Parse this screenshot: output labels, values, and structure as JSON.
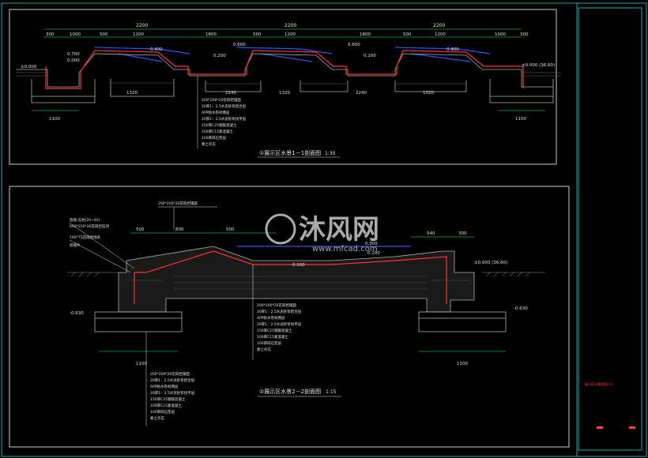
{
  "colors": {
    "background": "#000000",
    "frame": "#00b4b4",
    "dimension": "#00ff66",
    "concrete": "#b0b0b0",
    "membrane": "#ff3030",
    "water": "#3050ff",
    "label": "#e0e0e0",
    "title": "#ffff66",
    "watermark": "#c8c8c8",
    "note": "#ff4040"
  },
  "section1": {
    "title": "①展示区水景1－1剖面图",
    "scale": "1:30",
    "dims_top": [
      "2200",
      "2200",
      "2200"
    ],
    "dims_mid": [
      "300",
      "1000",
      "500",
      "1200",
      "1800",
      "500",
      "1200",
      "1800",
      "500",
      "1200",
      "1000",
      "300"
    ],
    "levels": [
      "0.400",
      "0.200",
      "0.600",
      "0.200",
      "0.600",
      "0.400",
      "0.700",
      "0.000"
    ],
    "left_level": "±0.000",
    "right_level": "±0.000 (36.60)",
    "bottom_dims": [
      "1320",
      "2240",
      "1320",
      "2240",
      "1320"
    ],
    "side_dims": [
      "1100",
      "1100"
    ],
    "callouts": [
      "200*200*20花岗岩铺面",
      "20厚1：2.5水泥砂浆结合层",
      "APP防水卷材两层",
      "20厚1：2.5水泥砂浆找平层",
      "150厚C25钢筋混凝土",
      "100厚C15素混凝土",
      "100厚碎石垫层",
      "素土夯实"
    ]
  },
  "section2": {
    "title": "②展示区水景2－2剖面图",
    "scale": "1:15",
    "top_note": "200*200*20花岗岩铺面",
    "left_notes": [
      "嵌缝-石材(20~40)",
      "600*250*30花岗岩压顶",
      "100*75花岗岩线条",
      "嵌缝片"
    ],
    "dims_top": [
      "500",
      "800",
      "500",
      "540",
      "300"
    ],
    "levels": [
      "0.300",
      "0.100",
      "0.100",
      "±0.000 (36.60)"
    ],
    "left_level": "-0.630",
    "right_level": "-0.630",
    "side_dims": [
      "1100",
      "1100"
    ],
    "callouts": [
      "200*200*20花岗岩铺面",
      "20厚1：2.5水泥砂浆结合层",
      "APP防水卷材两层",
      "20厚1：2.5水泥砂浆找平层",
      "150厚C25钢筋混凝土",
      "100厚C15素混凝土",
      "100厚碎石垫层",
      "素土夯实"
    ],
    "left_callouts": [
      "200*200*20花岗岩铺面",
      "20厚1：2.5水泥砂浆结合层",
      "APP防水卷材两层",
      "20厚1：2.5水泥砂浆找平层",
      "150厚C25钢筋混凝土",
      "100厚C15素混凝土",
      "100厚碎石垫层",
      "素土夯实"
    ]
  },
  "watermark": {
    "name": "沐风网",
    "url": "www.mfcad.com"
  },
  "side_note": "展示区水景剖面(二)"
}
